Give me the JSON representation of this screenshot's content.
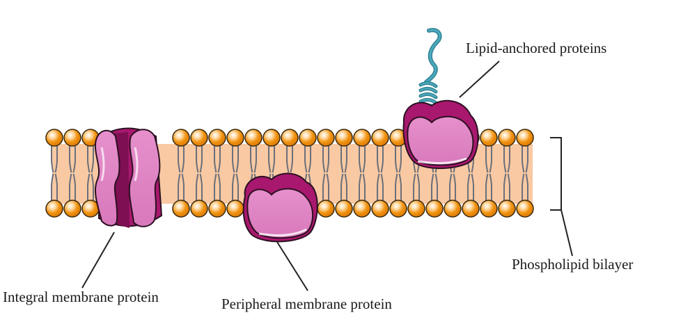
{
  "diagram": {
    "labels": {
      "lipid_anchored": "Lipid-anchored proteins",
      "phospholipid_bilayer": "Phospholipid bilayer",
      "integral": "Integral membrane protein",
      "peripheral": "Peripheral membrane protein"
    },
    "colors": {
      "background": "#ffffff",
      "bilayer_band": "#f8c9a3",
      "head_fill": "#f0920f",
      "head_stroke": "#3a2a10",
      "tail": "#6b6f7a",
      "protein_light": "#e287c6",
      "protein_dark": "#a8186e",
      "protein_outline": "#2b1020",
      "lipid_chain": "#4aa7b9",
      "leader_line": "#222222"
    }
  }
}
